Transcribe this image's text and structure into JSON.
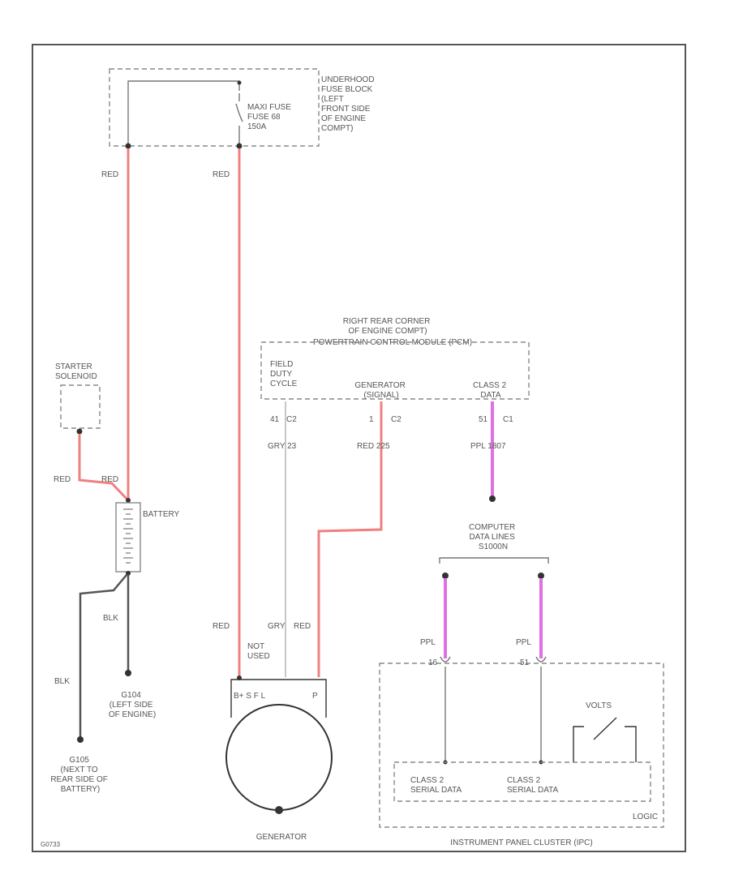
{
  "fuse_block": {
    "label": [
      "UNDERHOOD",
      "FUSE BLOCK",
      "(LEFT",
      "FRONT SIDE",
      "OF ENGINE",
      "COMPT)"
    ],
    "fuse": [
      "MAXI FUSE",
      "FUSE 68",
      "150A"
    ]
  },
  "pcm": {
    "location": [
      "RIGHT REAR CORNER",
      "OF ENGINE COMPT)"
    ],
    "title": "POWERTRAIN CONTROL MODULE (PCM)",
    "pins": [
      {
        "name": [
          "FIELD",
          "DUTY",
          "CYCLE"
        ],
        "pin": "41",
        "conn": "C2"
      },
      {
        "name": [
          "GENERATOR",
          "(SIGNAL)"
        ],
        "pin": "1",
        "conn": "C2"
      },
      {
        "name": [
          "CLASS 2",
          "DATA"
        ],
        "pin": "51",
        "conn": "C1"
      }
    ]
  },
  "wires": {
    "red": "RED",
    "gry_23": "GRY 23",
    "red_225": "RED 225",
    "ppl_1807": "PPL 1807",
    "gry": "GRY",
    "red_short": "RED",
    "blk": "BLK",
    "ppl": "PPL"
  },
  "starter": {
    "label": [
      "STARTER",
      "SOLENOID"
    ]
  },
  "battery": {
    "label": "BATTERY"
  },
  "grounds": {
    "g104": [
      "G104",
      "(LEFT SIDE",
      "OF ENGINE)"
    ],
    "g105": [
      "G105",
      "(NEXT TO",
      "REAR SIDE OF",
      "BATTERY)"
    ]
  },
  "generator": {
    "not_used": [
      "NOT",
      "USED"
    ],
    "terminals": "B+ S F L",
    "p_term": "P",
    "label": "GENERATOR"
  },
  "splice": {
    "label": [
      "COMPUTER",
      "DATA LINES",
      "S1000N"
    ]
  },
  "ipc": {
    "pin_left": "16",
    "pin_right": "51",
    "volts": "VOLTS",
    "serial_left": [
      "CLASS 2",
      "SERIAL DATA"
    ],
    "serial_right": [
      "CLASS 2",
      "SERIAL DATA"
    ],
    "logic": "LOGIC",
    "title": "INSTRUMENT PANEL CLUSTER (IPC)"
  },
  "footer": {
    "code": "G0733"
  }
}
